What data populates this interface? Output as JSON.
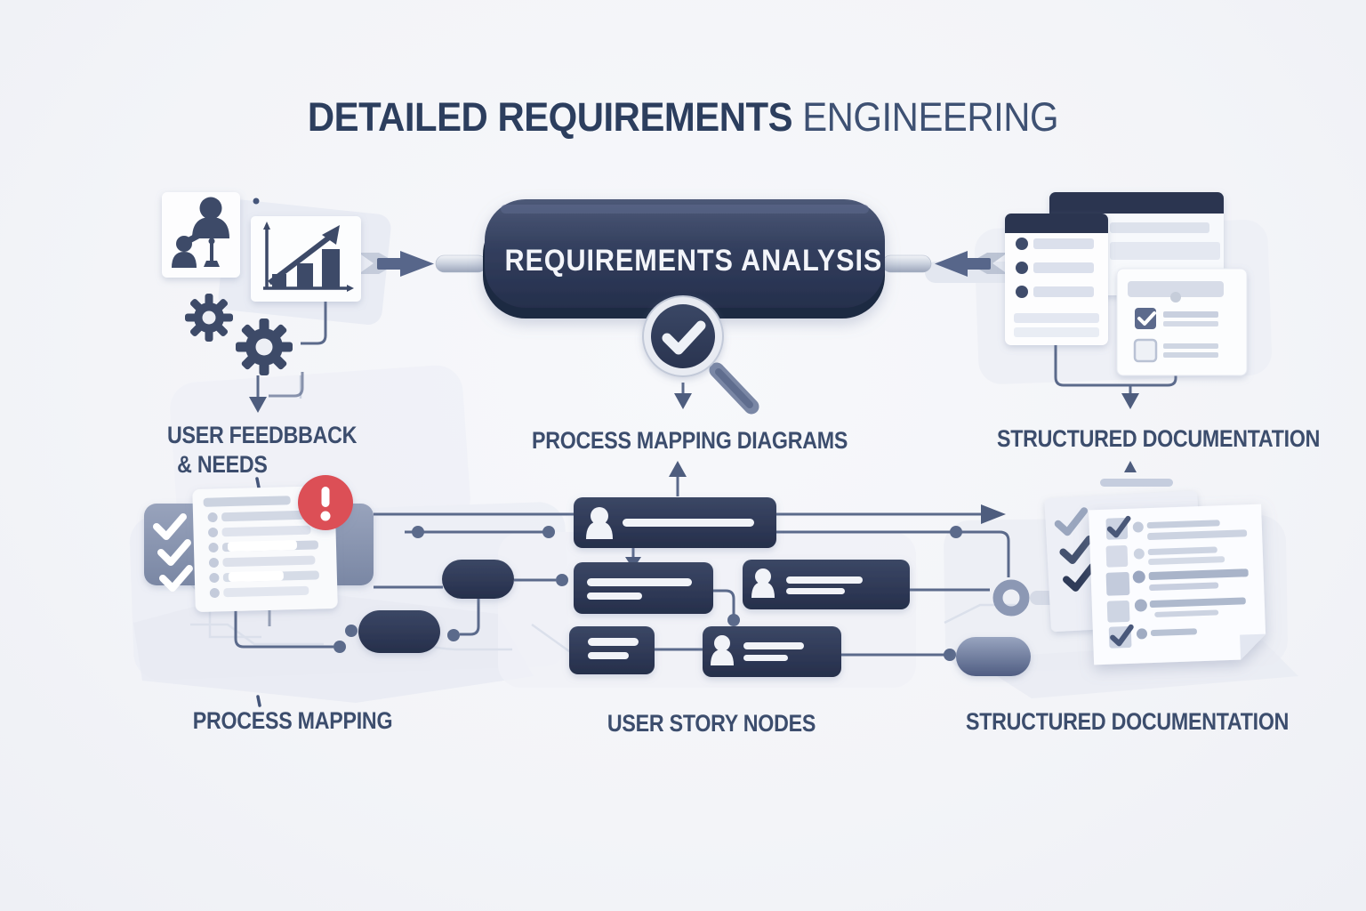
{
  "title": {
    "emphasis": "DETAILED REQUIREMENTS",
    "secondary": "ENGINEERING"
  },
  "banner": {
    "label": "REQUIREMENTS ANALYSIS",
    "icon": "magnifier-check-icon"
  },
  "sections": {
    "user_feedback": {
      "line1": "USER FEEDBBACK",
      "line2": "& NEEDS",
      "icons": [
        "people-conversation-icon",
        "bar-chart-icon",
        "gears-icon"
      ]
    },
    "process_mapping_diagrams": {
      "label": "PROCESS MAPPING DIAGRAMS"
    },
    "structured_documentation_top": {
      "label": "STRUCTURED DOCUMENTATION",
      "icons": [
        "browser-window-icon",
        "bullet-list-card-icon",
        "checklist-card-icon"
      ]
    },
    "process_mapping": {
      "label": "PROCESS MAPPING",
      "icons": [
        "requirements-list-icon",
        "alert-icon",
        "checkmarks-panel-icon"
      ]
    },
    "user_story_nodes": {
      "label": "USER STORY NODES",
      "icons": [
        "user-story-node-icon"
      ]
    },
    "structured_documentation_bottom": {
      "label": "STRUCTURED DOCUMENTATION",
      "icons": [
        "checklist-sheet-icon",
        "checkmark-sheet-icon",
        "connector-ring-icon"
      ]
    }
  },
  "colors": {
    "background": "#f4f5f9",
    "navy_dark": "#2b3550",
    "navy_icon": "#3d4a68",
    "label_text": "#3c4d6d",
    "alert_red": "#dc4f57",
    "connector": "#5b6a8b",
    "panel_blue_gray": "#8c98b4",
    "card_white": "#fcfdfe"
  }
}
